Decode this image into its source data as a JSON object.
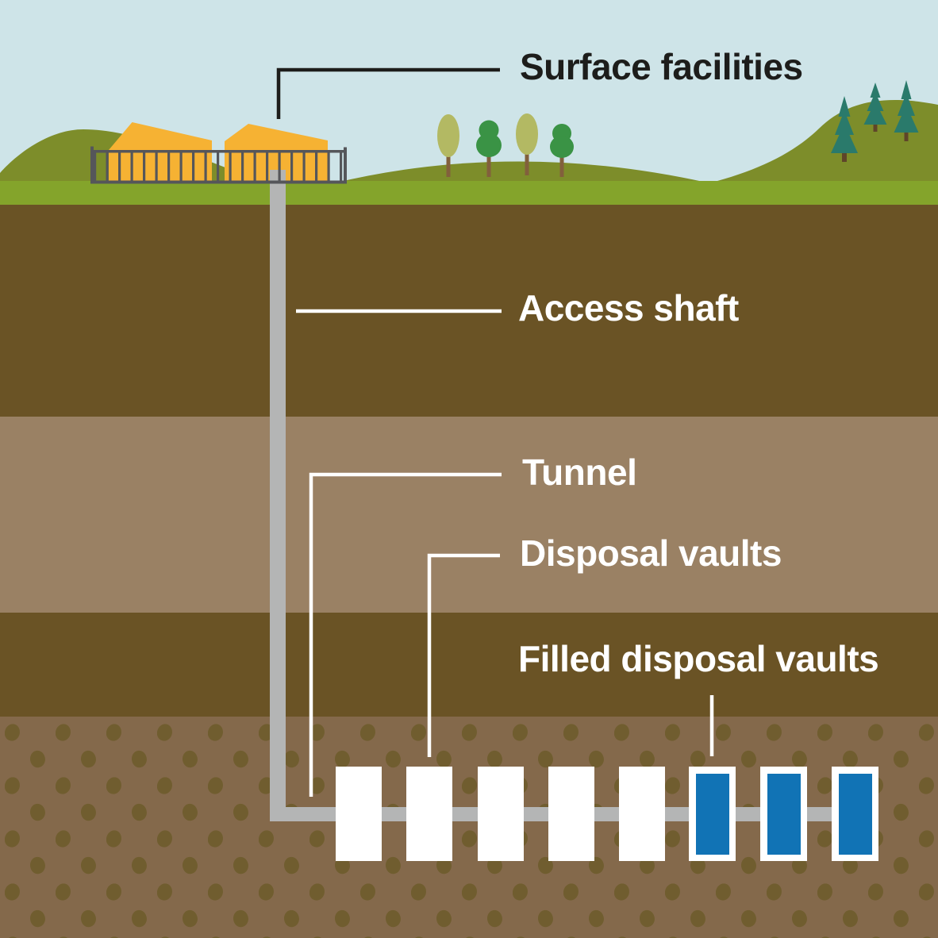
{
  "scene": {
    "description": "Cross-section illustration of an underground waste disposal repository, from surface facilities down through rock layers to disposal vaults",
    "labels": [
      {
        "id": "surface-facilities",
        "text": "Surface facilities"
      },
      {
        "id": "access-shaft",
        "text": "Access shaft"
      },
      {
        "id": "tunnel",
        "text": "Tunnel"
      },
      {
        "id": "disposal-vaults",
        "text": "Disposal vaults"
      },
      {
        "id": "filled-disposal-vaults",
        "text": "Filled disposal vaults"
      }
    ],
    "counts": {
      "surface_buildings": 2,
      "deciduous_trees": 4,
      "conifer_trees": 3,
      "empty_disposal_vaults": 5,
      "filled_disposal_vaults": 3
    },
    "colors": {
      "sky": "#CEE4E8",
      "hill_green": "#7D8D2A",
      "grass_green": "#84A42B",
      "light_tree_green": "#B3B963",
      "round_tree_green": "#3A9345",
      "conifer_teal": "#2A7A6B",
      "trunk_brown": "#82603C",
      "building_orange": "#F6B233",
      "fence_gray": "#55565A",
      "shaft_gray": "#B4B5B5",
      "soil_dark_brown": "#6A5325",
      "soil_light_brown": "#9A8164",
      "soil_pebbled_brown": "#84694B",
      "pebble_brown": "#705D2F",
      "vault_white": "#FFFFFF",
      "vault_filled_blue": "#1173B5",
      "label_dark": "#1D1D1B",
      "label_light": "#FFFFFF"
    }
  }
}
